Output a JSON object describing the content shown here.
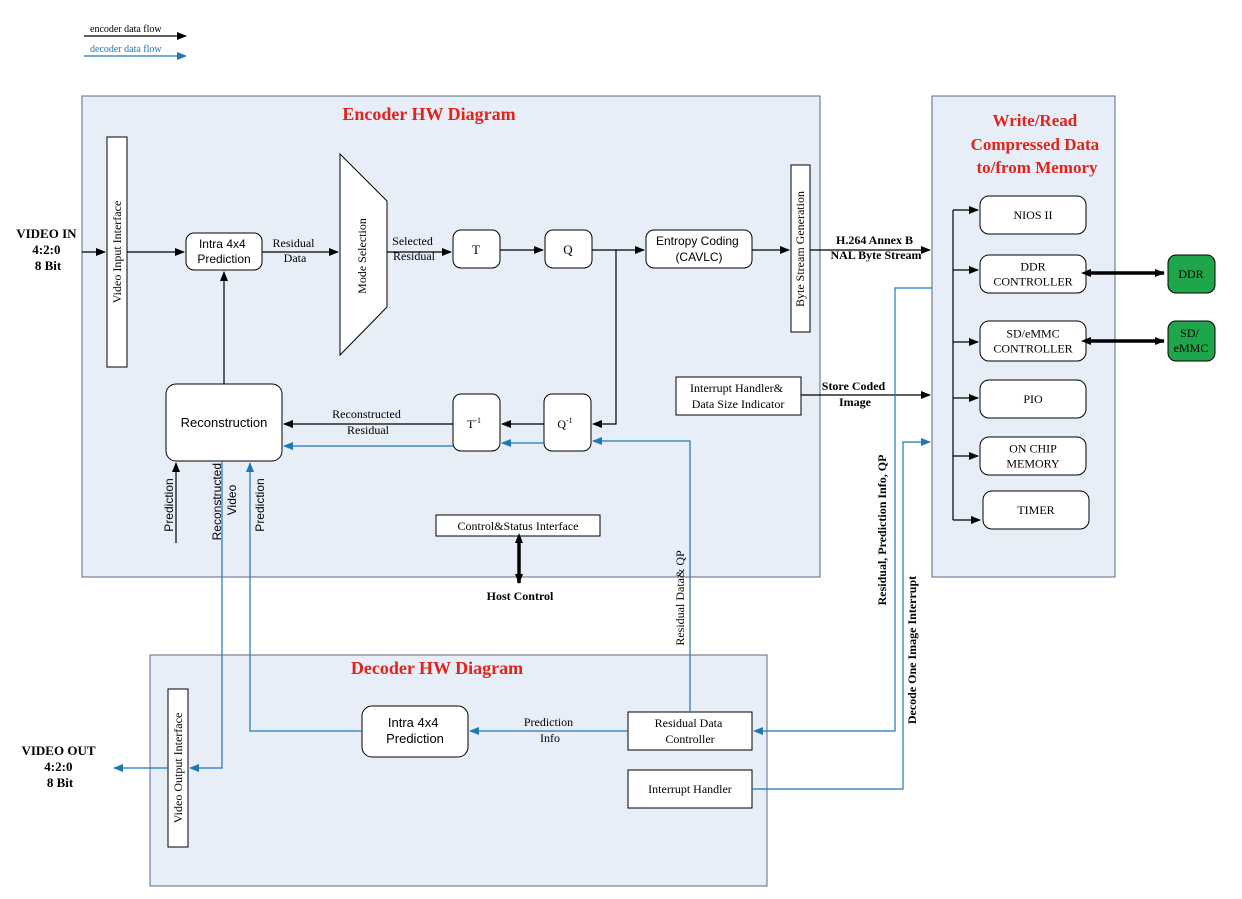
{
  "legend": {
    "encoder": "encoder data flow",
    "decoder": "decoder data flow"
  },
  "colors": {
    "panel_fill": "#e8eef8",
    "panel_stroke": "#5a6a80",
    "title_red": "#e2231a",
    "decoder_line": "#1f78b4",
    "encoder_line": "#000000",
    "memory_fill": "#1fa64a"
  },
  "encoder": {
    "title": "Encoder HW Diagram",
    "video_in": [
      "VIDEO IN",
      "4:2:0",
      "8 Bit"
    ],
    "video_input_interface": "Video Input Interface",
    "intra_pred": [
      "Intra 4x4",
      "Prediction"
    ],
    "residual_data": [
      "Residual",
      "Data"
    ],
    "mode_selection": "Mode Selection",
    "selected_residual": [
      "Selected",
      "Residual"
    ],
    "t": "T",
    "q": "Q",
    "entropy": [
      "Entropy Coding",
      "(CAVLC)"
    ],
    "byte_stream": "Byte Stream Generation",
    "h264": [
      "H.264 Annex B",
      "NAL Byte Stream"
    ],
    "reconstruction": "Reconstruction",
    "reconstructed_residual": [
      "Reconstructed",
      "Residual"
    ],
    "t_inv": "T",
    "q_inv": "Q",
    "inv_sup": "-1",
    "prediction_in": "Prediction",
    "reconstructed_video": [
      "Reconstructed",
      "Video"
    ],
    "prediction_dec": "Prediction",
    "interrupt_handler": [
      "Interrupt Handler&",
      "Data Size Indicator"
    ],
    "store_coded": [
      "Store Coded",
      "Image"
    ],
    "control_status": "Control&Status Interface",
    "host_control": "Host Control"
  },
  "memory": {
    "title": [
      "Write/Read",
      "Compressed Data",
      "to/from Memory"
    ],
    "blocks": [
      {
        "name": "nios",
        "lines": [
          "NIOS II"
        ]
      },
      {
        "name": "ddr-controller",
        "lines": [
          "DDR",
          "CONTROLLER"
        ]
      },
      {
        "name": "sdemmc-controller",
        "lines": [
          "SD/eMMC",
          "CONTROLLER"
        ]
      },
      {
        "name": "pio",
        "lines": [
          "PIO"
        ]
      },
      {
        "name": "on-chip-memory",
        "lines": [
          "ON CHIP",
          "MEMORY"
        ]
      },
      {
        "name": "timer",
        "lines": [
          "TIMER"
        ]
      }
    ],
    "ddr": "DDR",
    "sd": [
      "SD/",
      "eMMC"
    ]
  },
  "decoder": {
    "title": "Decoder HW Diagram",
    "video_out": [
      "VIDEO OUT",
      "4:2:0",
      "8 Bit"
    ],
    "video_output_interface": "Video Output Interface",
    "intra_pred": [
      "Intra 4x4",
      "Prediction"
    ],
    "prediction_info": [
      "Prediction",
      "Info"
    ],
    "residual_controller": [
      "Residual Data",
      "Controller"
    ],
    "interrupt_handler": "Interrupt Handler",
    "residual_qp": "Residual Data& QP",
    "residual_pred_qp": "Residual, Prediction Info, QP",
    "decode_interrupt": "Decode One Image Interrupt"
  }
}
